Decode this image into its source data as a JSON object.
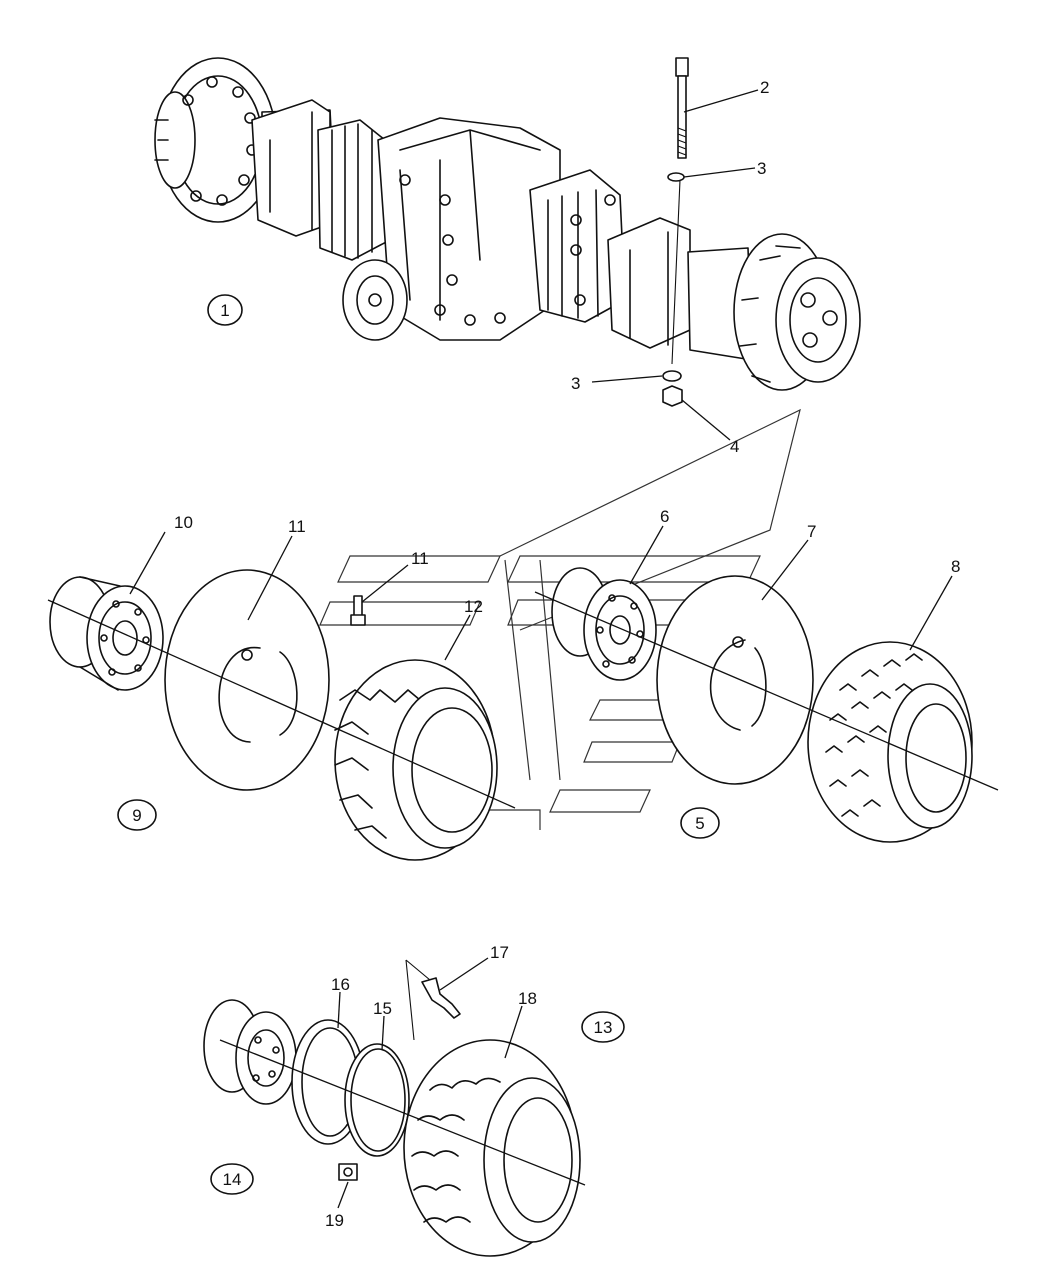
{
  "callouts": {
    "c2": "2",
    "c3a": "3",
    "c3b": "3",
    "c4": "4",
    "c6": "6",
    "c7": "7",
    "c8": "8",
    "c10": "10",
    "c11a": "11",
    "c11b": "11",
    "c12": "12",
    "c15": "15",
    "c16": "16",
    "c17": "17",
    "c18": "18",
    "c19": "19"
  },
  "groups": {
    "g1": "1",
    "g5": "5",
    "g9": "9",
    "g13": "13",
    "g14": "14"
  }
}
